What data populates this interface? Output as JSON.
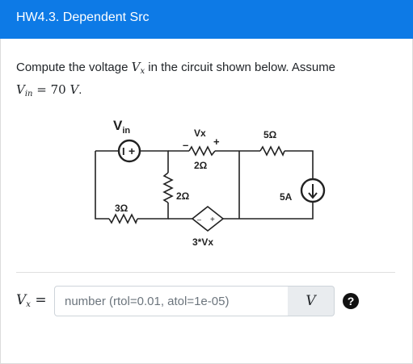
{
  "header": {
    "title": "HW4.3. Dependent Src"
  },
  "question": {
    "text_prefix": "Compute the voltage ",
    "var_main": "V",
    "var_sub": "x",
    "text_suffix": " in the circuit shown below. Assume",
    "vin_main": "V",
    "vin_sub": "in",
    "vin_eq": " = 70 ",
    "vin_unit": "V",
    "vin_end": "."
  },
  "circuit": {
    "vin_label_main": "V",
    "vin_label_sub": "in",
    "source_minus": "I",
    "source_plus": "+",
    "vx_label": "Vx",
    "vx_minus": "–",
    "vx_plus": "+",
    "r_top_mid": "2Ω",
    "r_top_right": "5Ω",
    "r_vertical": "2Ω",
    "r_bottom_left": "3Ω",
    "current_source": "5A",
    "dep_source": "3*Vx",
    "dep_minus": "–",
    "dep_plus": "+"
  },
  "answer": {
    "label_main": "V",
    "label_sub": "x",
    "label_eq": " =",
    "placeholder": "number (rtol=0.01, atol=1e-05)",
    "value": "",
    "unit": "V",
    "help": "?"
  }
}
